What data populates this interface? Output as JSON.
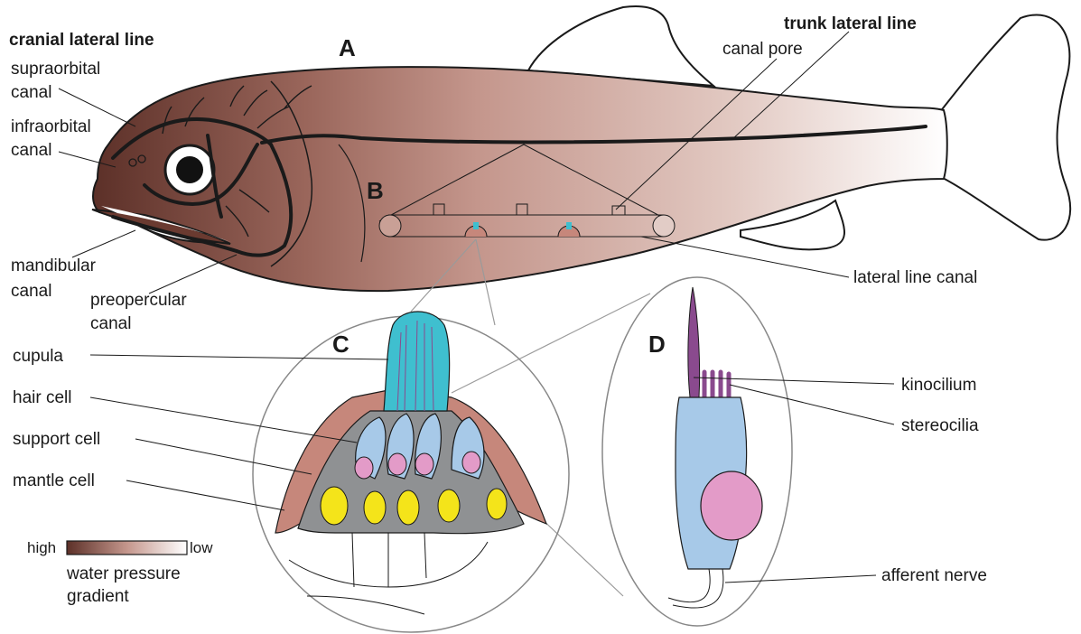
{
  "panels": {
    "a": "A",
    "b": "B",
    "c": "C",
    "d": "D"
  },
  "cranial": {
    "title": "cranial lateral line",
    "supraorbital_1": "supraorbital",
    "supraorbital_2": "canal",
    "infraorbital_1": "infraorbital",
    "infraorbital_2": "canal",
    "mandibular_1": "mandibular",
    "mandibular_2": "canal",
    "preopercular_1": "preopercular",
    "preopercular_2": "canal"
  },
  "trunk": {
    "title": "trunk lateral line",
    "canal_pore": "canal pore",
    "lateral_line_canal": "lateral line canal"
  },
  "neuromast": {
    "cupula": "cupula",
    "hair_cell": "hair cell",
    "support_cell": "support  cell",
    "mantle_cell": "mantle cell"
  },
  "haircell": {
    "kinocilium": "kinocilium",
    "stereocilia": "stereocilia",
    "afferent_nerve": "afferent  nerve"
  },
  "gradient": {
    "high": "high",
    "low": "low",
    "caption_1": "water pressure",
    "caption_2": "gradient",
    "color_high": "#5c3028",
    "color_mid": "#c4968c",
    "color_low": "#ffffff"
  },
  "colors": {
    "cupula": "#3fbfcf",
    "hair_cell": "#a7c9e8",
    "nucleus": "#e39bc8",
    "support_nucleus": "#f4e41a",
    "support_cell": "#8f9193",
    "mantle_cell": "#c6877b",
    "cilia": "#8a4a8e"
  }
}
